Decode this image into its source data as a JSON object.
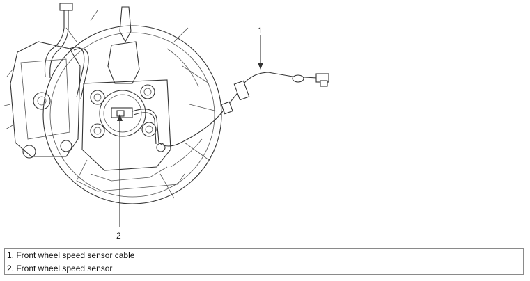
{
  "callouts": [
    {
      "number": "1"
    },
    {
      "number": "2"
    }
  ],
  "legend": [
    {
      "text": "1. Front wheel speed sensor cable"
    },
    {
      "text": "2. Front wheel speed sensor"
    }
  ],
  "colors": {
    "line": "#333333",
    "legend_border": "#8a8a8a"
  }
}
